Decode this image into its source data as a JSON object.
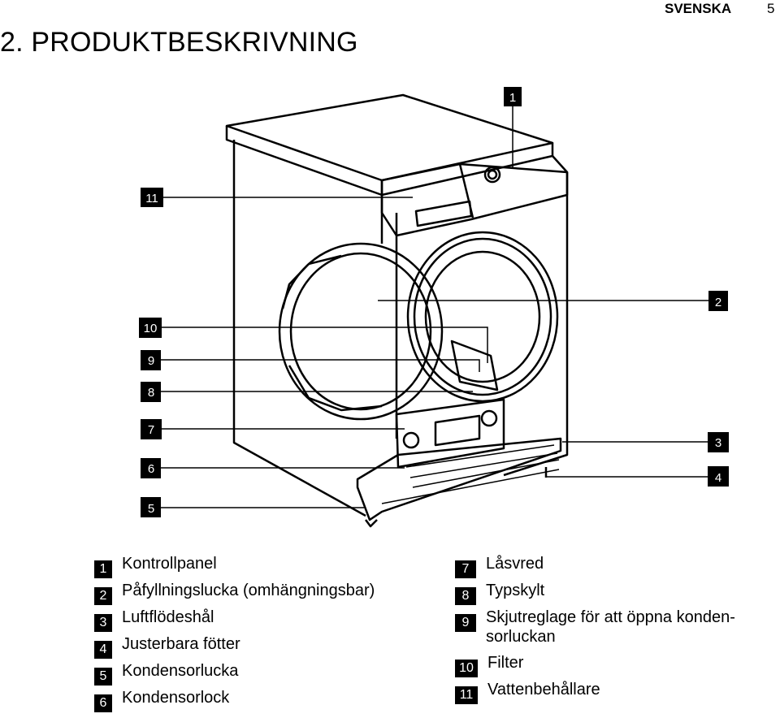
{
  "header": {
    "language": "SVENSKA",
    "page_number": "5"
  },
  "title": "2. PRODUKTBESKRIVNING",
  "callouts": [
    "1",
    "2",
    "3",
    "4",
    "5",
    "6",
    "7",
    "8",
    "9",
    "10",
    "11"
  ],
  "legend": [
    {
      "num": "1",
      "text": "Kontrollpanel"
    },
    {
      "num": "2",
      "text": "Påfyllningslucka (omhängningsbar)"
    },
    {
      "num": "3",
      "text": "Luftflödeshål"
    },
    {
      "num": "4",
      "text": "Justerbara fötter"
    },
    {
      "num": "5",
      "text": "Kondensorlucka"
    },
    {
      "num": "6",
      "text": "Kondensorlock"
    },
    {
      "num": "7",
      "text": "Låsvred"
    },
    {
      "num": "8",
      "text": "Typskylt"
    },
    {
      "num": "9",
      "text": "Skjutreglage för att öppna konden-\nsorluckan"
    },
    {
      "num": "10",
      "text": "Filter"
    },
    {
      "num": "11",
      "text": "Vattenbehållare"
    }
  ]
}
